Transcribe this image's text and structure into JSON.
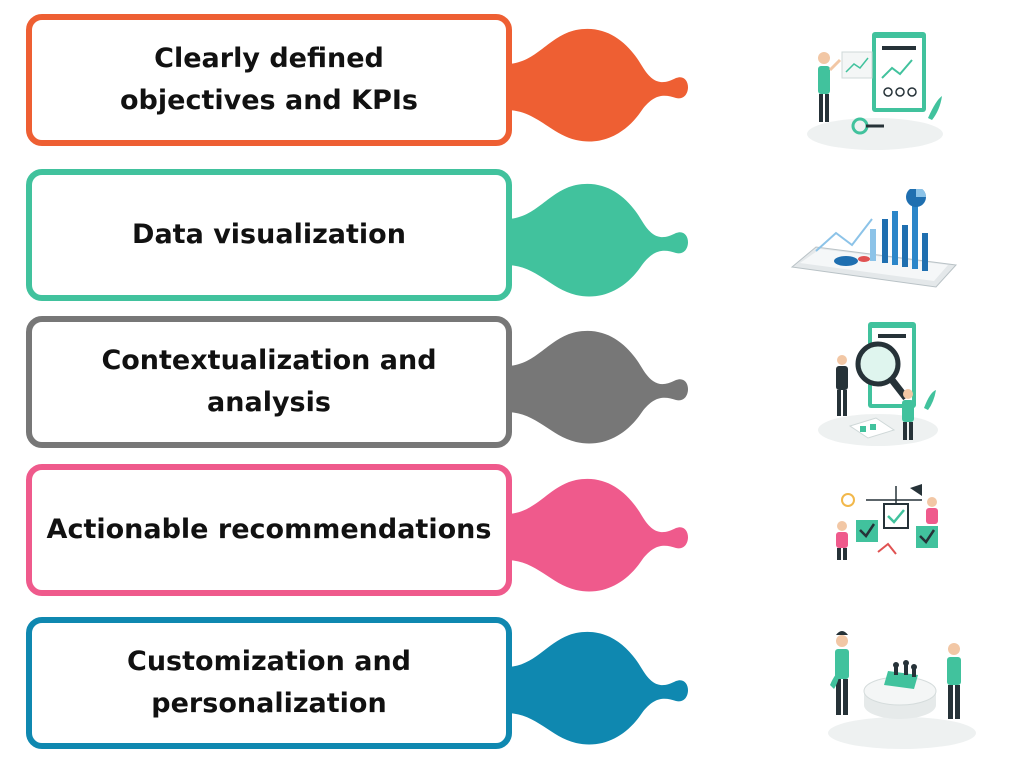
{
  "steps": [
    {
      "label": "Clearly defined\nobjectives and KPIs",
      "color": "#EE5F33",
      "illustration": "kpi-board-illustration"
    },
    {
      "label": "Data visualization",
      "color": "#41C29D",
      "illustration": "dashboard-tablet-illustration"
    },
    {
      "label": "Contextualization and\nanalysis",
      "color": "#777777",
      "illustration": "magnifier-analysis-illustration"
    },
    {
      "label": "Actionable recommendations",
      "color": "#EF5A8C",
      "illustration": "decision-checkboxes-illustration"
    },
    {
      "label": "Customization and\npersonalization",
      "color": "#0F88B0",
      "illustration": "team-chess-illustration"
    }
  ],
  "colors": {
    "illustration_accent": "#41C29D",
    "figure_dark": "#263238"
  }
}
